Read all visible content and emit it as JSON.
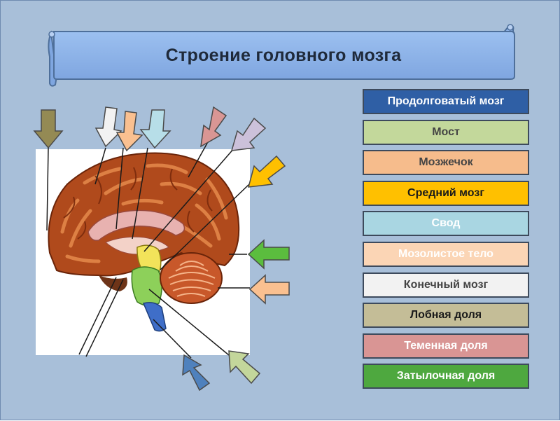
{
  "slide": {
    "title": "Строение головного мозга",
    "background": "#a8bfd9"
  },
  "labels": [
    {
      "text": "Продолговатый мозг",
      "bg": "#2f5fa5",
      "fg": "#ffffff"
    },
    {
      "text": "Мост",
      "bg": "#c3d89b",
      "fg": "#444444"
    },
    {
      "text": "Мозжечок",
      "bg": "#f6bc8c",
      "fg": "#444444"
    },
    {
      "text": "Средний мозг",
      "bg": "#ffc000",
      "fg": "#1a1a1a"
    },
    {
      "text": "Свод",
      "bg": "#a9d6e2",
      "fg": "#ffffff"
    },
    {
      "text": "Мозолистое тело",
      "bg": "#fbd5b5",
      "fg": "#ffffff"
    },
    {
      "text": "Конечный мозг",
      "bg": "#f2f2f2",
      "fg": "#444444"
    },
    {
      "text": "Лобная доля",
      "bg": "#c4bd97",
      "fg": "#1a1a1a"
    },
    {
      "text": "Теменная доля",
      "bg": "#d99594",
      "fg": "#ffffff"
    },
    {
      "text": "Затылочная доля",
      "bg": "#4ea83f",
      "fg": "#ffffff"
    }
  ],
  "arrows": [
    {
      "color": "#948a54"
    },
    {
      "color": "#f2f2f2"
    },
    {
      "color": "#fac090"
    },
    {
      "color": "#b7dee8"
    },
    {
      "color": "#d99694"
    },
    {
      "color": "#ccc1da"
    },
    {
      "color": "#ffc000"
    },
    {
      "color": "#5bbd3e"
    },
    {
      "color": "#fac090"
    },
    {
      "color": "#4f81bd"
    },
    {
      "color": "#c3d69b"
    }
  ],
  "icons": {
    "scroll": "scroll-banner-icon",
    "brain": "brain-section-image"
  }
}
